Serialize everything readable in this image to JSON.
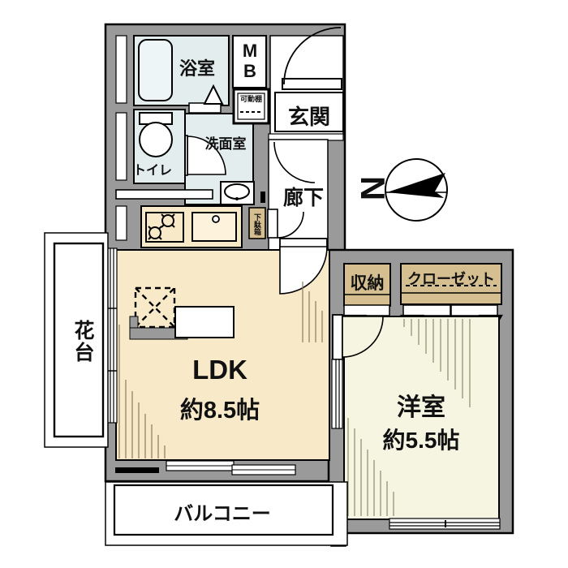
{
  "title": "apartment-floor-plan",
  "colors": {
    "wall": "#9a9a9a",
    "water_room": "#e3edee",
    "tub": "#eef5f6",
    "ldk_floor": "#f8e9c9",
    "bedroom_floor": "#f5f5e1",
    "storage": "#d5bf90",
    "white": "#ffffff",
    "line": "#000000"
  },
  "rooms": {
    "bathroom": {
      "label": "浴室"
    },
    "meter_box": {
      "line1": "M",
      "line2": "B"
    },
    "entrance": {
      "label": "玄関"
    },
    "washroom": {
      "label": "洗面室"
    },
    "movable_shelf": {
      "label": "可動棚"
    },
    "toilet": {
      "label": "トイレ"
    },
    "hallway": {
      "label": "廊下"
    },
    "shoe_box": {
      "label": "下駄箱"
    },
    "ldk": {
      "label": "LDK",
      "size": "約8.5帖"
    },
    "bedroom": {
      "label": "洋室",
      "size": "約5.5帖"
    },
    "storage": {
      "label": "収納"
    },
    "closet": {
      "label": "クローゼット"
    },
    "flower_stand": {
      "label": "花台"
    },
    "balcony": {
      "label": "バルコニー"
    }
  },
  "compass": {
    "label": "N"
  }
}
